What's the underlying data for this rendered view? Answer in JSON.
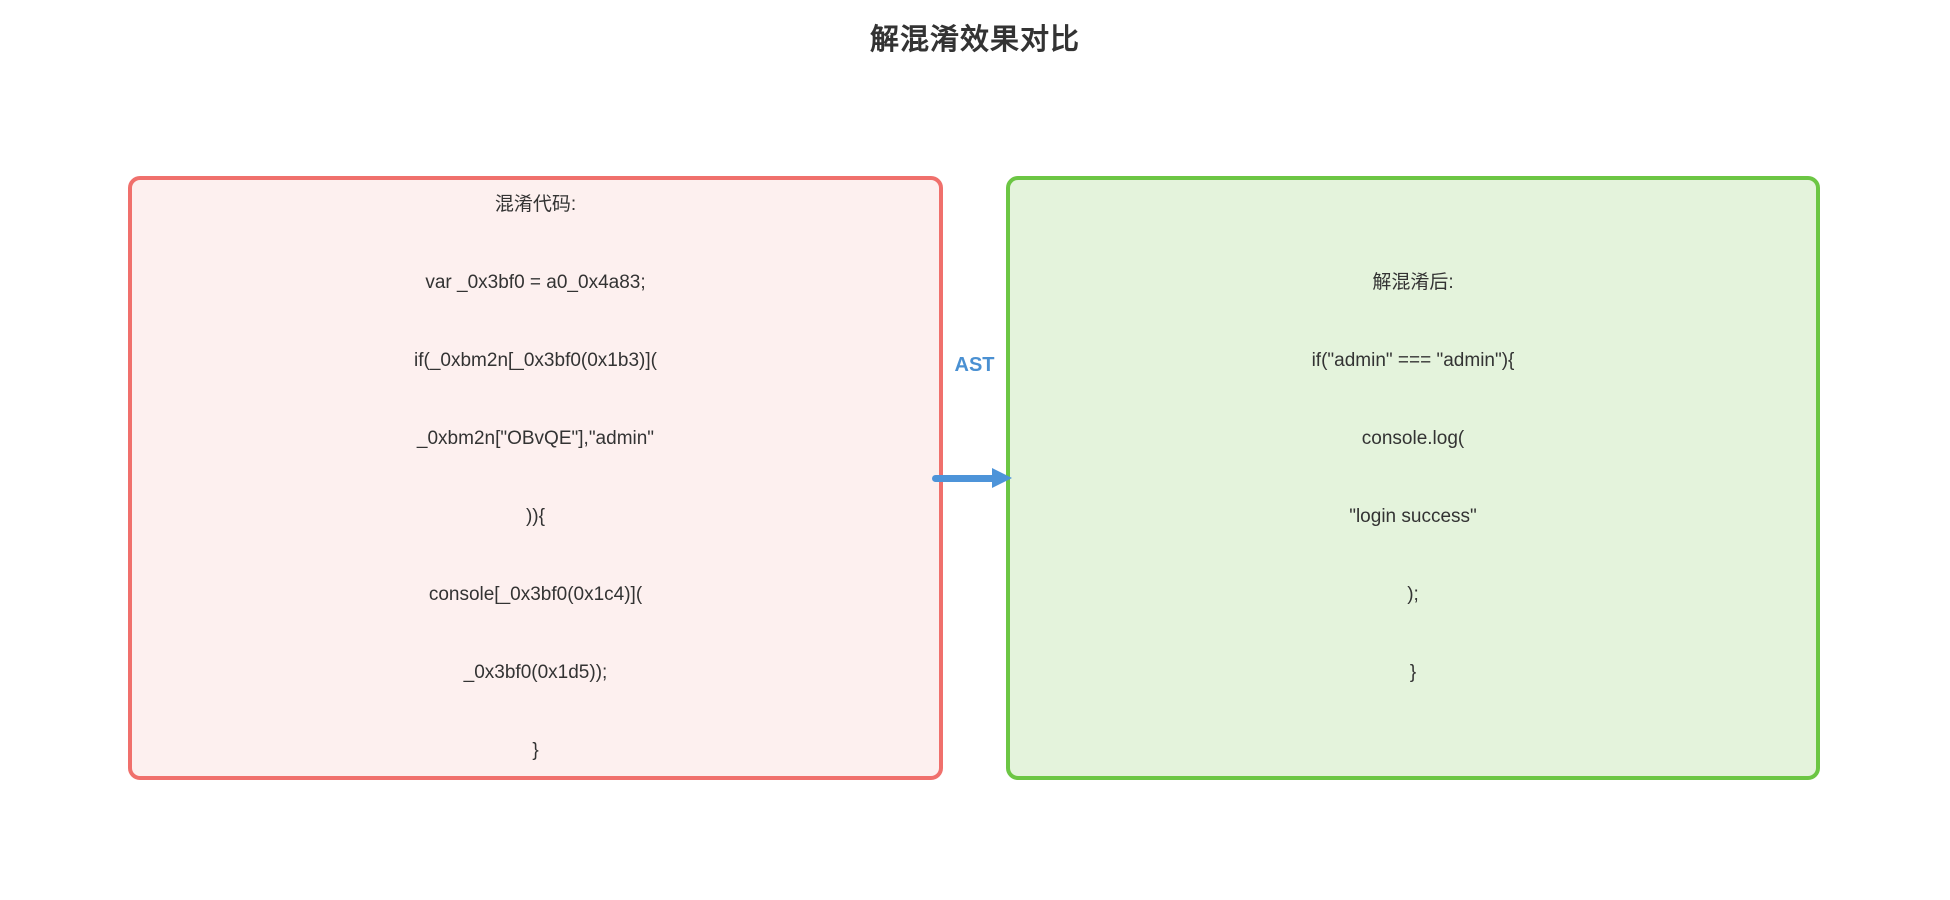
{
  "title": "解混淆效果对比",
  "colors": {
    "title_text": "#333333",
    "code_text": "#333333",
    "left_box_bg": "#fdf0ef",
    "left_box_border": "#f0706c",
    "right_box_bg": "#e4f3dc",
    "right_box_border": "#6cc644",
    "arrow": "#4d94d9",
    "edge_label": "#4a90d2"
  },
  "left_box": {
    "name": "obfuscated-code-node",
    "lines": [
      "混淆代码:",
      "var _0x3bf0 = a0_0x4a83;",
      "if(_0xbm2n[_0x3bf0(0x1b3)](",
      "_0xbm2n[\"OBvQE\"],\"admin\"",
      ")){",
      "console[_0x3bf0(0x1c4)](",
      "_0x3bf0(0x1d5));",
      "}"
    ]
  },
  "right_box": {
    "name": "deobfuscated-code-node",
    "lines": [
      "解混淆后:",
      "if(\"admin\" === \"admin\"){",
      "console.log(",
      "\"login success\"",
      ");",
      "}"
    ]
  },
  "edge": {
    "label": "AST"
  }
}
